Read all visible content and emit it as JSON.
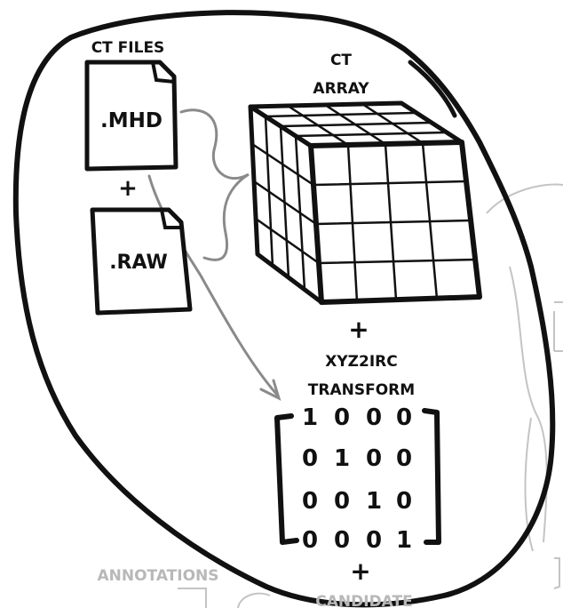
{
  "labels": {
    "ct_files": "CT FILES",
    "mhd": ".MHD",
    "plus1": "+",
    "raw": ".RAW",
    "ct_line1": "CT",
    "ct_line2": "ARRAY",
    "plus2": "+",
    "transform_line1": "XYZ2IRC",
    "transform_line2": "TRANSFORM",
    "annotations": "ANNOTATIONS",
    "plus3": "+",
    "candidate": "CANDIDATE"
  },
  "matrix": {
    "rows": [
      [
        "1",
        "0",
        "0",
        "0"
      ],
      [
        "0",
        "1",
        "0",
        "0"
      ],
      [
        "0",
        "0",
        "1",
        "0"
      ],
      [
        "0",
        "0",
        "0",
        "1"
      ]
    ]
  },
  "colors": {
    "ink": "#111111",
    "arrow": "#8a8a8a",
    "ghost": "#b8b8b8"
  }
}
